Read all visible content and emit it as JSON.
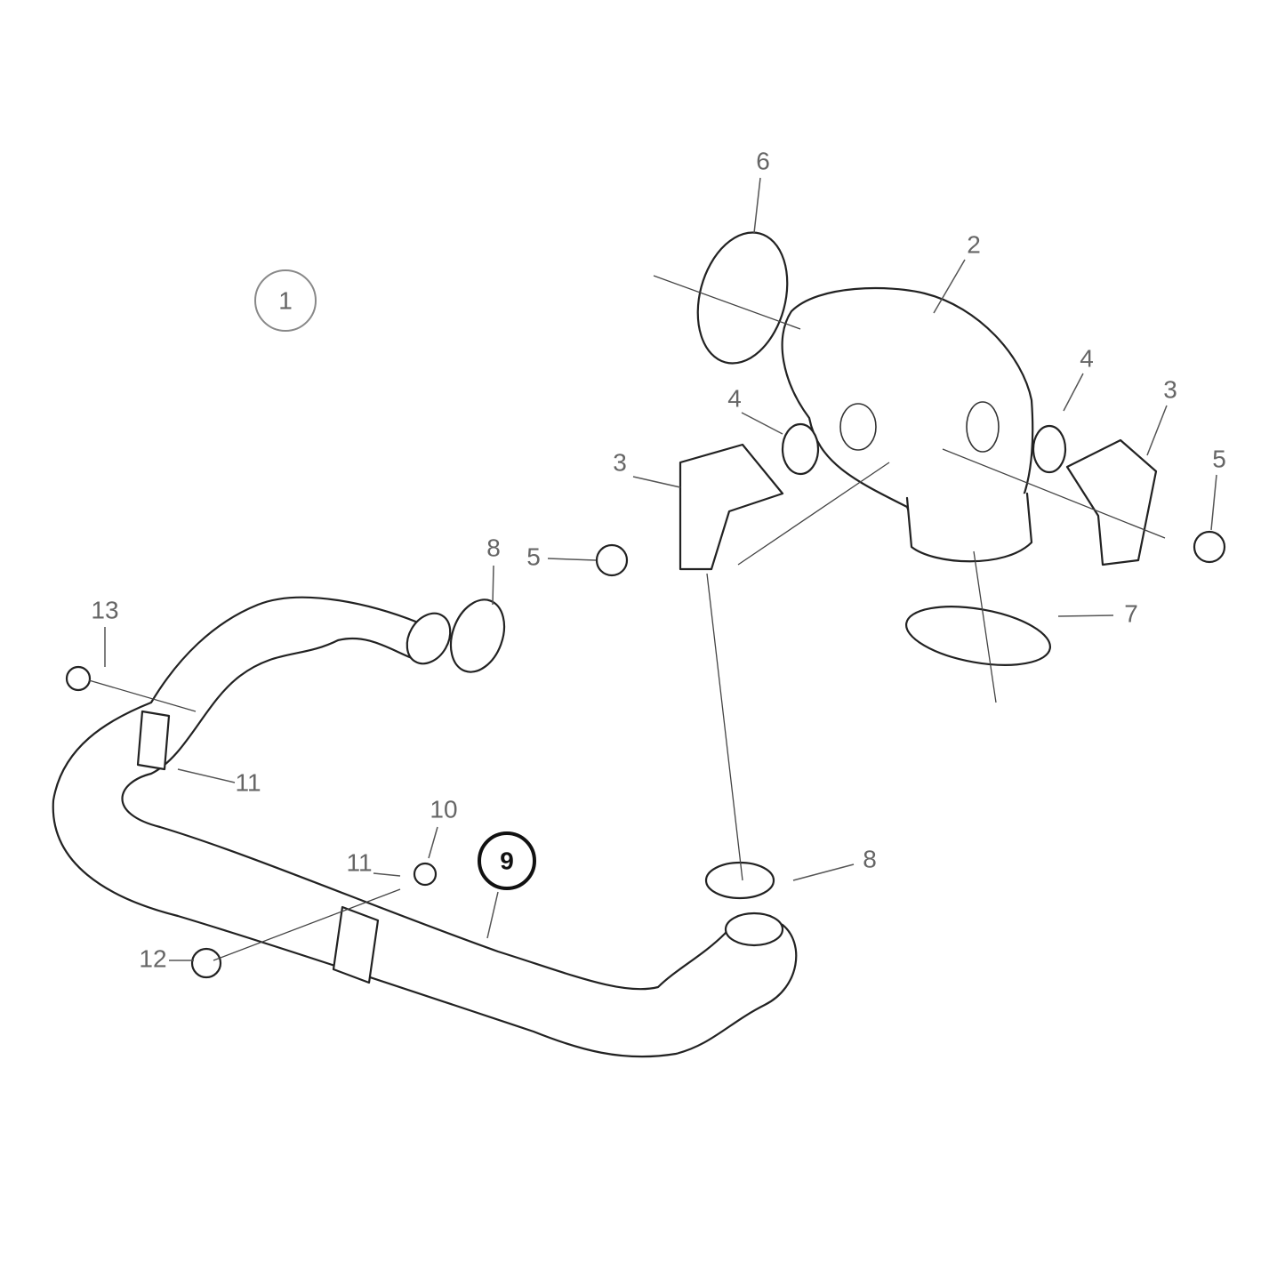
{
  "diagram": {
    "assembly_callout": "1",
    "highlighted_callout": "9",
    "callouts": [
      {
        "id": "6",
        "name": "clamp-top"
      },
      {
        "id": "2",
        "name": "housing"
      },
      {
        "id": "4",
        "name": "o-ring-left"
      },
      {
        "id": "4",
        "name": "o-ring-right"
      },
      {
        "id": "3",
        "name": "elbow-left"
      },
      {
        "id": "3",
        "name": "elbow-right"
      },
      {
        "id": "5",
        "name": "bolt-right"
      },
      {
        "id": "5",
        "name": "bolt-left"
      },
      {
        "id": "8",
        "name": "hose-clamp-upper"
      },
      {
        "id": "7",
        "name": "clamp-lower"
      },
      {
        "id": "13",
        "name": "bolt-upper"
      },
      {
        "id": "11",
        "name": "bracket-upper"
      },
      {
        "id": "10",
        "name": "nut"
      },
      {
        "id": "11",
        "name": "bracket-lower"
      },
      {
        "id": "8",
        "name": "hose-clamp-lower"
      },
      {
        "id": "12",
        "name": "bolt-lower"
      }
    ]
  }
}
